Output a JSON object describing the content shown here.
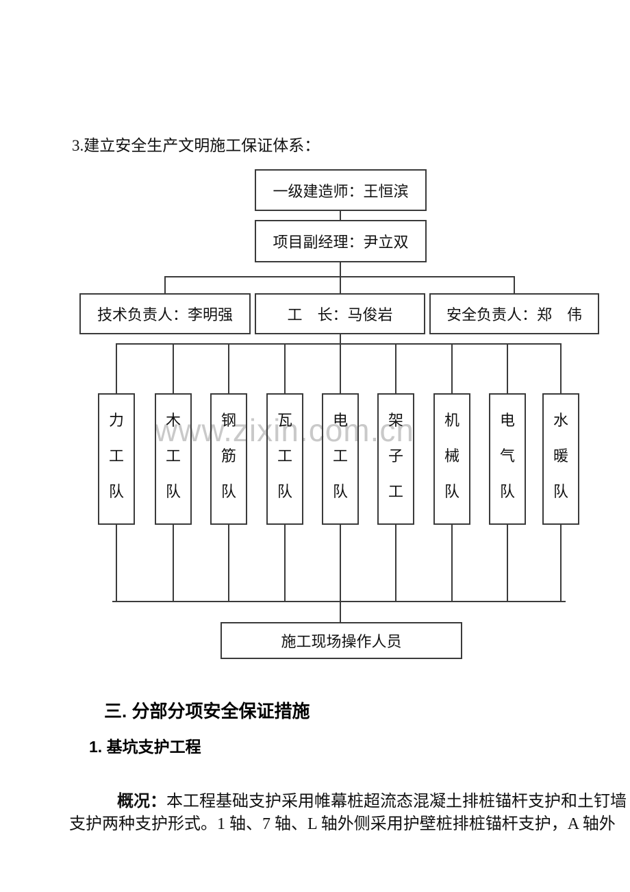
{
  "document": {
    "section_title": "3.建立安全生产文明施工保证体系：",
    "headings": {
      "major": "三. 分部分项安全保证措施",
      "minor": "1. 基坑支护工程"
    },
    "paragraph": {
      "label": "概况：",
      "line1": "本工程基础支护采用帷幕桩超流态混凝土排桩锚杆支护和土钉墙",
      "line2": "支护两种支护形式。1 轴、7 轴、L 轴外侧采用护壁桩排桩锚杆支护，A 轴外"
    }
  },
  "org_chart": {
    "level1": "一级建造师：王恒滨",
    "level2": "项目副经理：尹立双",
    "level3": [
      "技术负责人：李明强",
      "工　长：马俊岩",
      "安全负责人：郑　伟"
    ],
    "teams": [
      "力工队",
      "木工队",
      "钢筋队",
      "瓦工队",
      "电工队",
      "架子工",
      "机械队",
      "电气队",
      "水暖队"
    ],
    "bottom": "施工现场操作人员"
  },
  "watermark": "www.zixin.com.cn",
  "colors": {
    "line": "#3a3a3a",
    "text": "#111111",
    "watermark": "#c3c3c3",
    "page_bg": "#ffffff"
  }
}
